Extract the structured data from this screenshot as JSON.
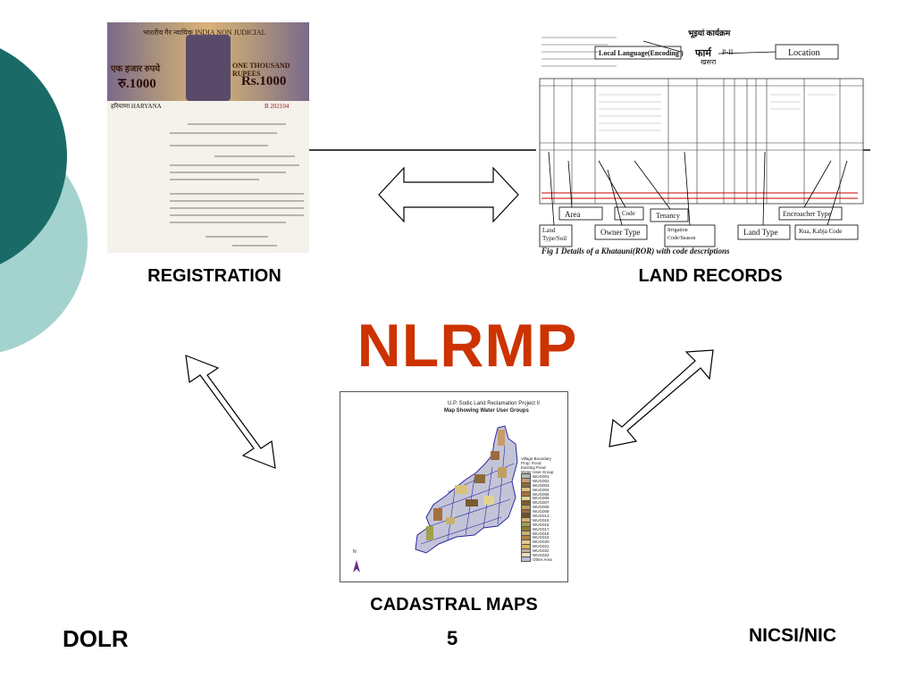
{
  "slide": {
    "title": "NLRMP",
    "labels": {
      "registration": "REGISTRATION",
      "land_records": "LAND RECORDS",
      "cadastral_maps": "CADASTRAL MAPS"
    },
    "footer": {
      "left": "DOLR",
      "page": "5",
      "right": "NICSI/NIC"
    },
    "colors": {
      "title": "#cc3300",
      "circle_dark": "#1a6b67",
      "circle_light": "#9fcfcc"
    }
  },
  "stamp_paper": {
    "header": "भारतीय गैर न्यायिक INDIA NON JUDICIAL",
    "value_hindi": "एक हजार रुपये",
    "value_english": "ONE THOUSAND RUPEES",
    "amount_left": "रु.1000",
    "amount_right": "Rs.1000",
    "state": "हरियाणा HARYANA",
    "serial": "B 202104"
  },
  "land_record_doc": {
    "heading": "भूइयां कार्यक्रम",
    "form": "फार्म",
    "form_no": "P-II",
    "khasra": "खसरा",
    "callouts": {
      "local_language": "Local Language(Encoding )",
      "location": "Location",
      "area": "Area",
      "code": "Code",
      "tenancy": "Tenancy",
      "encroacher_type": "Encroacher Type",
      "land_type_soil": "Land Type/Soil",
      "owner_type": "Owner Type",
      "irrigation": "Irrigation Code/Season",
      "land_type": "Land Type",
      "kua_kabja": "Kua, Kabja Code"
    },
    "caption": "Fig 1 Details of a Khatauni(ROR) with code descriptions"
  },
  "cadastral_map": {
    "title_line1": "U.P. Sodic Land Reclamation Project II",
    "title_line2": "Map Showing Water User Groups",
    "north": "N",
    "legend_top": [
      "Village Boundary",
      "Prop. Pond",
      "Existing Pond",
      "Water User Group"
    ],
    "legend_groups": [
      {
        "label": "WUG001",
        "color": "#b8b8b8"
      },
      {
        "label": "WUG002",
        "color": "#c99a6b"
      },
      {
        "label": "WUG003",
        "color": "#8a6a3a"
      },
      {
        "label": "WUG004",
        "color": "#d9c27a"
      },
      {
        "label": "WUG005",
        "color": "#a3703e"
      },
      {
        "label": "WUG006",
        "color": "#e3d38f"
      },
      {
        "label": "WUG007",
        "color": "#7a5a2e"
      },
      {
        "label": "WUG008",
        "color": "#bfa060"
      },
      {
        "label": "WUG009",
        "color": "#9c6b3c"
      },
      {
        "label": "WUG013",
        "color": "#6e4f28"
      },
      {
        "label": "WUG015",
        "color": "#d4b06a"
      },
      {
        "label": "WUG016",
        "color": "#a0a050"
      },
      {
        "label": "WUG017",
        "color": "#8c7a3a"
      },
      {
        "label": "WUG018",
        "color": "#c8b070"
      },
      {
        "label": "WUG019",
        "color": "#b08040"
      },
      {
        "label": "WUG020",
        "color": "#e0c890"
      },
      {
        "label": "WUG021",
        "color": "#d8b458"
      },
      {
        "label": "WUG022",
        "color": "#c0b0a0"
      },
      {
        "label": "WUG023",
        "color": "#e8dcc0"
      },
      {
        "label": "Other Area",
        "color": "#bcbcd8"
      }
    ]
  }
}
